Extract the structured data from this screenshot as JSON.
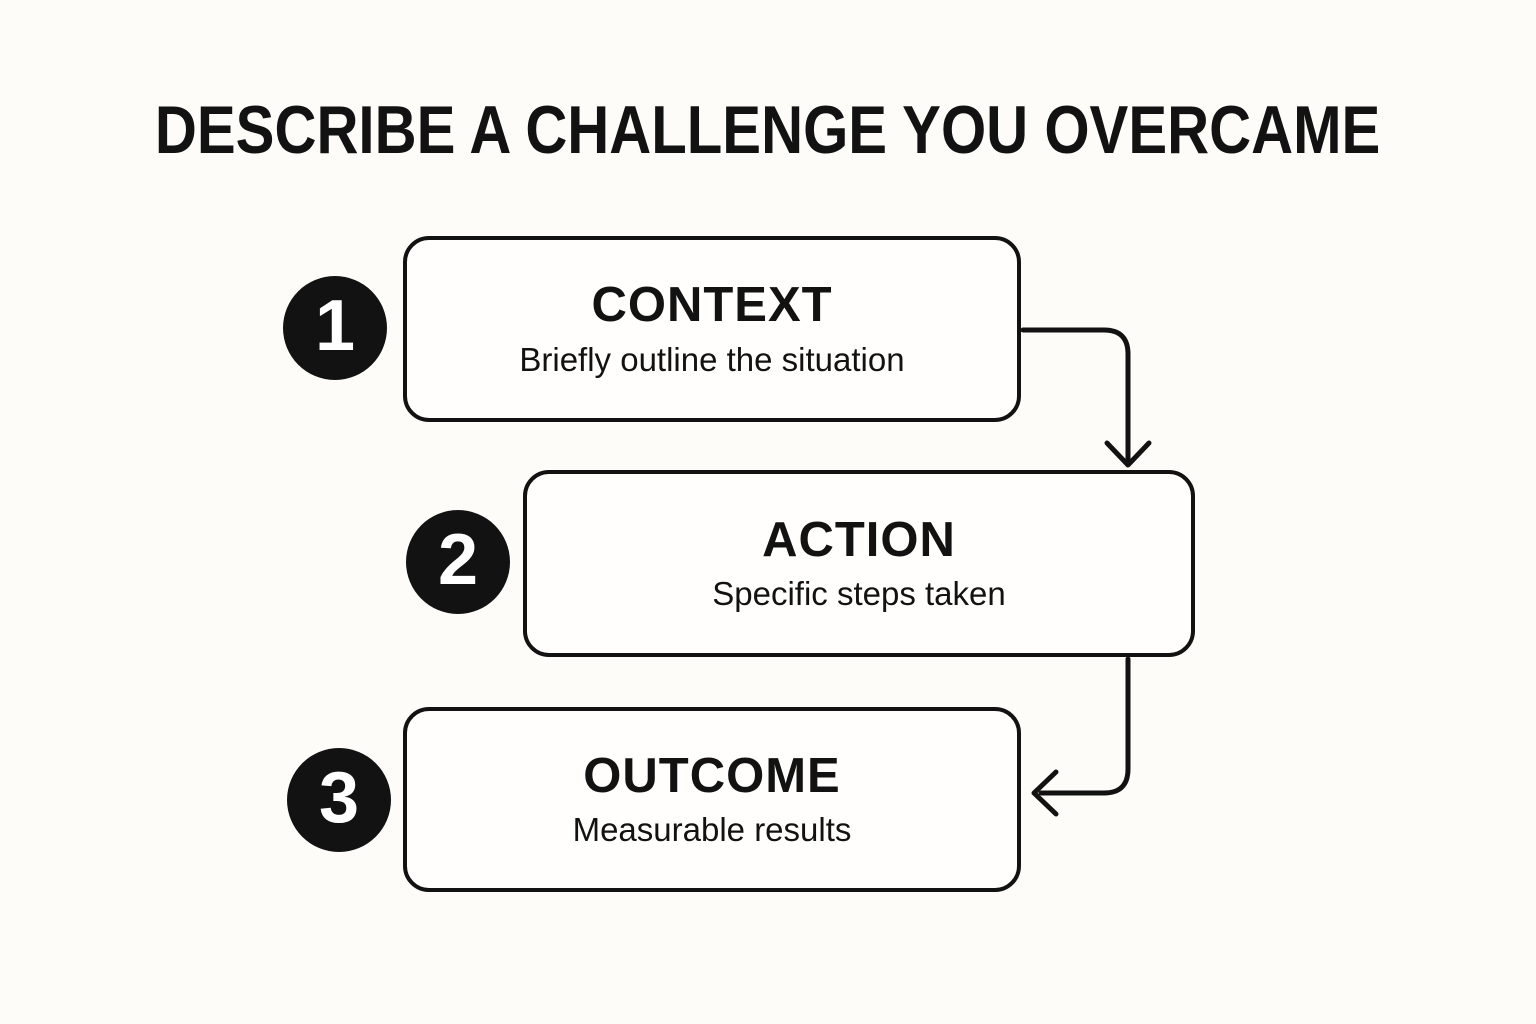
{
  "title": "DESCRIBE A CHALLENGE YOU OVERCAME",
  "colors": {
    "background": "#fdfcf8",
    "ink": "#121212",
    "box_fill": "#fffefc",
    "badge_text": "#ffffff"
  },
  "steps": [
    {
      "number": "1",
      "heading": "CONTEXT",
      "description": "Briefly outline the situation"
    },
    {
      "number": "2",
      "heading": "ACTION",
      "description": "Specific steps taken"
    },
    {
      "number": "3",
      "heading": "OUTCOME",
      "description": "Measurable results"
    }
  ]
}
